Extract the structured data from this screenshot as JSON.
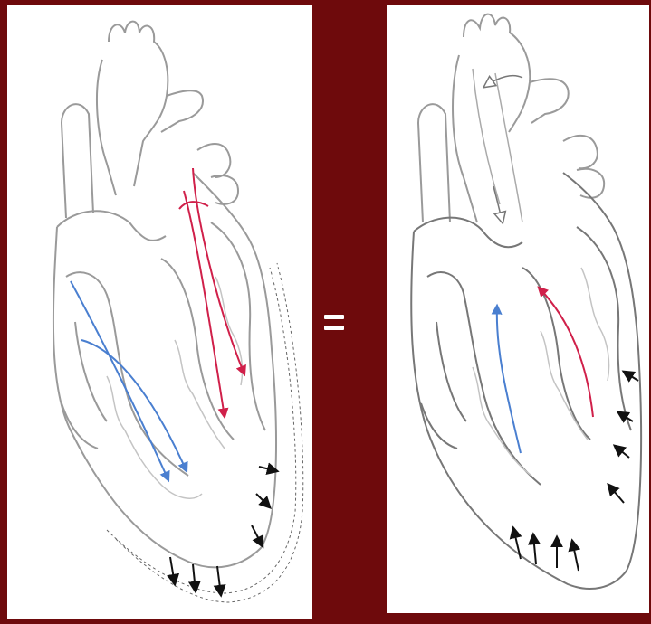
{
  "diagram": {
    "equals_symbol": "=",
    "colors": {
      "background": "#6e0a0c",
      "panel": "#ffffff",
      "outline": "#9a9a9a",
      "deoxygenated_flow": "#4a7fd0",
      "oxygenated_flow": "#d0204a",
      "contraction_arrows": "#111111"
    },
    "left_panel": {
      "content": "heart-diastole-filling",
      "arrows": {
        "blue_flow_count": 2,
        "red_flow_count": 2,
        "black_wall_arrows_count": 6
      }
    },
    "right_panel": {
      "content": "heart-systole-ejection",
      "arrows": {
        "blue_flow_count": 1,
        "red_flow_count": 1,
        "black_wall_arrows_count": 8,
        "aortic_outline_arrows_count": 2
      }
    }
  }
}
